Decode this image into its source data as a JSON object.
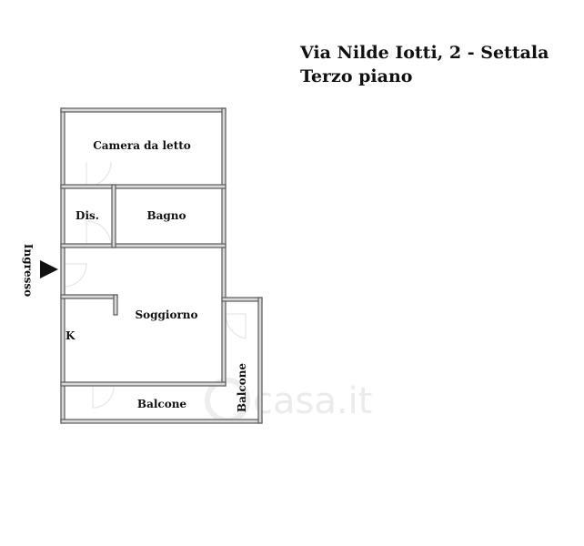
{
  "header": {
    "address": "Via Nilde Iotti, 2 - Settala",
    "floor": "Terzo piano"
  },
  "rooms": {
    "camera": "Camera da letto",
    "dis": "Dis.",
    "bagno": "Bagno",
    "soggiorno": "Soggiorno",
    "kitchen": "K",
    "balcone_bottom": "Balcone",
    "balcone_side": "Balcone"
  },
  "entrance": {
    "label": "Ingresso"
  },
  "watermark": {
    "text": "casa.it"
  },
  "colors": {
    "wall": "#5a5a5a",
    "wall_fill": "#d9d9d9",
    "text": "#111111",
    "watermark": "#e9e9e9"
  }
}
